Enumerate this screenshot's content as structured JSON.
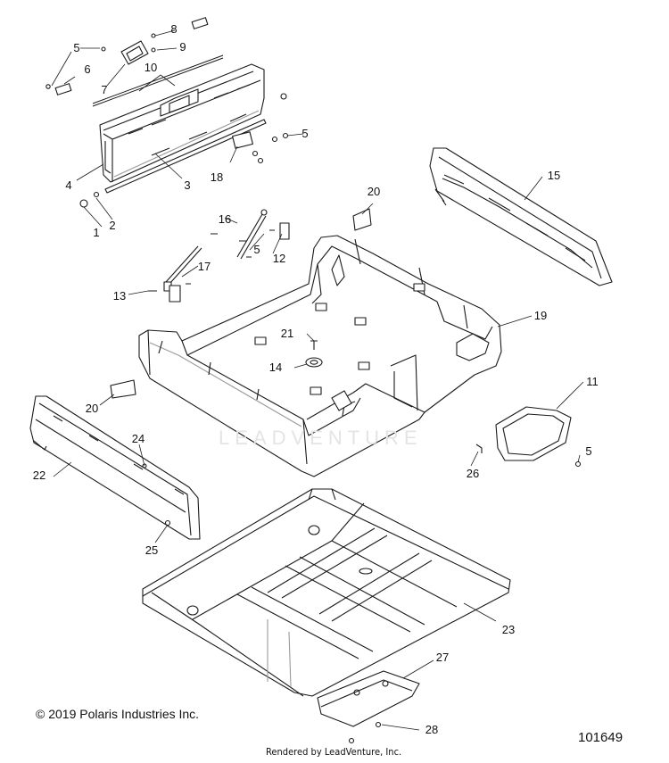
{
  "callouts": [
    "1",
    "2",
    "3",
    "4",
    "5",
    "6",
    "7",
    "8",
    "9",
    "10",
    "11",
    "12",
    "13",
    "14",
    "15",
    "16",
    "17",
    "18",
    "19",
    "20",
    "21",
    "22",
    "23",
    "24",
    "25",
    "26",
    "27",
    "28"
  ],
  "repeat_labels": {
    "five": "5",
    "twenty": "20"
  },
  "watermark": "LEADVENTURE",
  "copyright": "© 2019 Polaris Industries Inc.",
  "diagram_number": "101649",
  "credit": "Rendered by LeadVenture, Inc.",
  "colors": {
    "line": "#1a1a1a",
    "shade": "#9a9a9a",
    "fill": "#ffffff",
    "watermark": "#e4e4e4"
  }
}
